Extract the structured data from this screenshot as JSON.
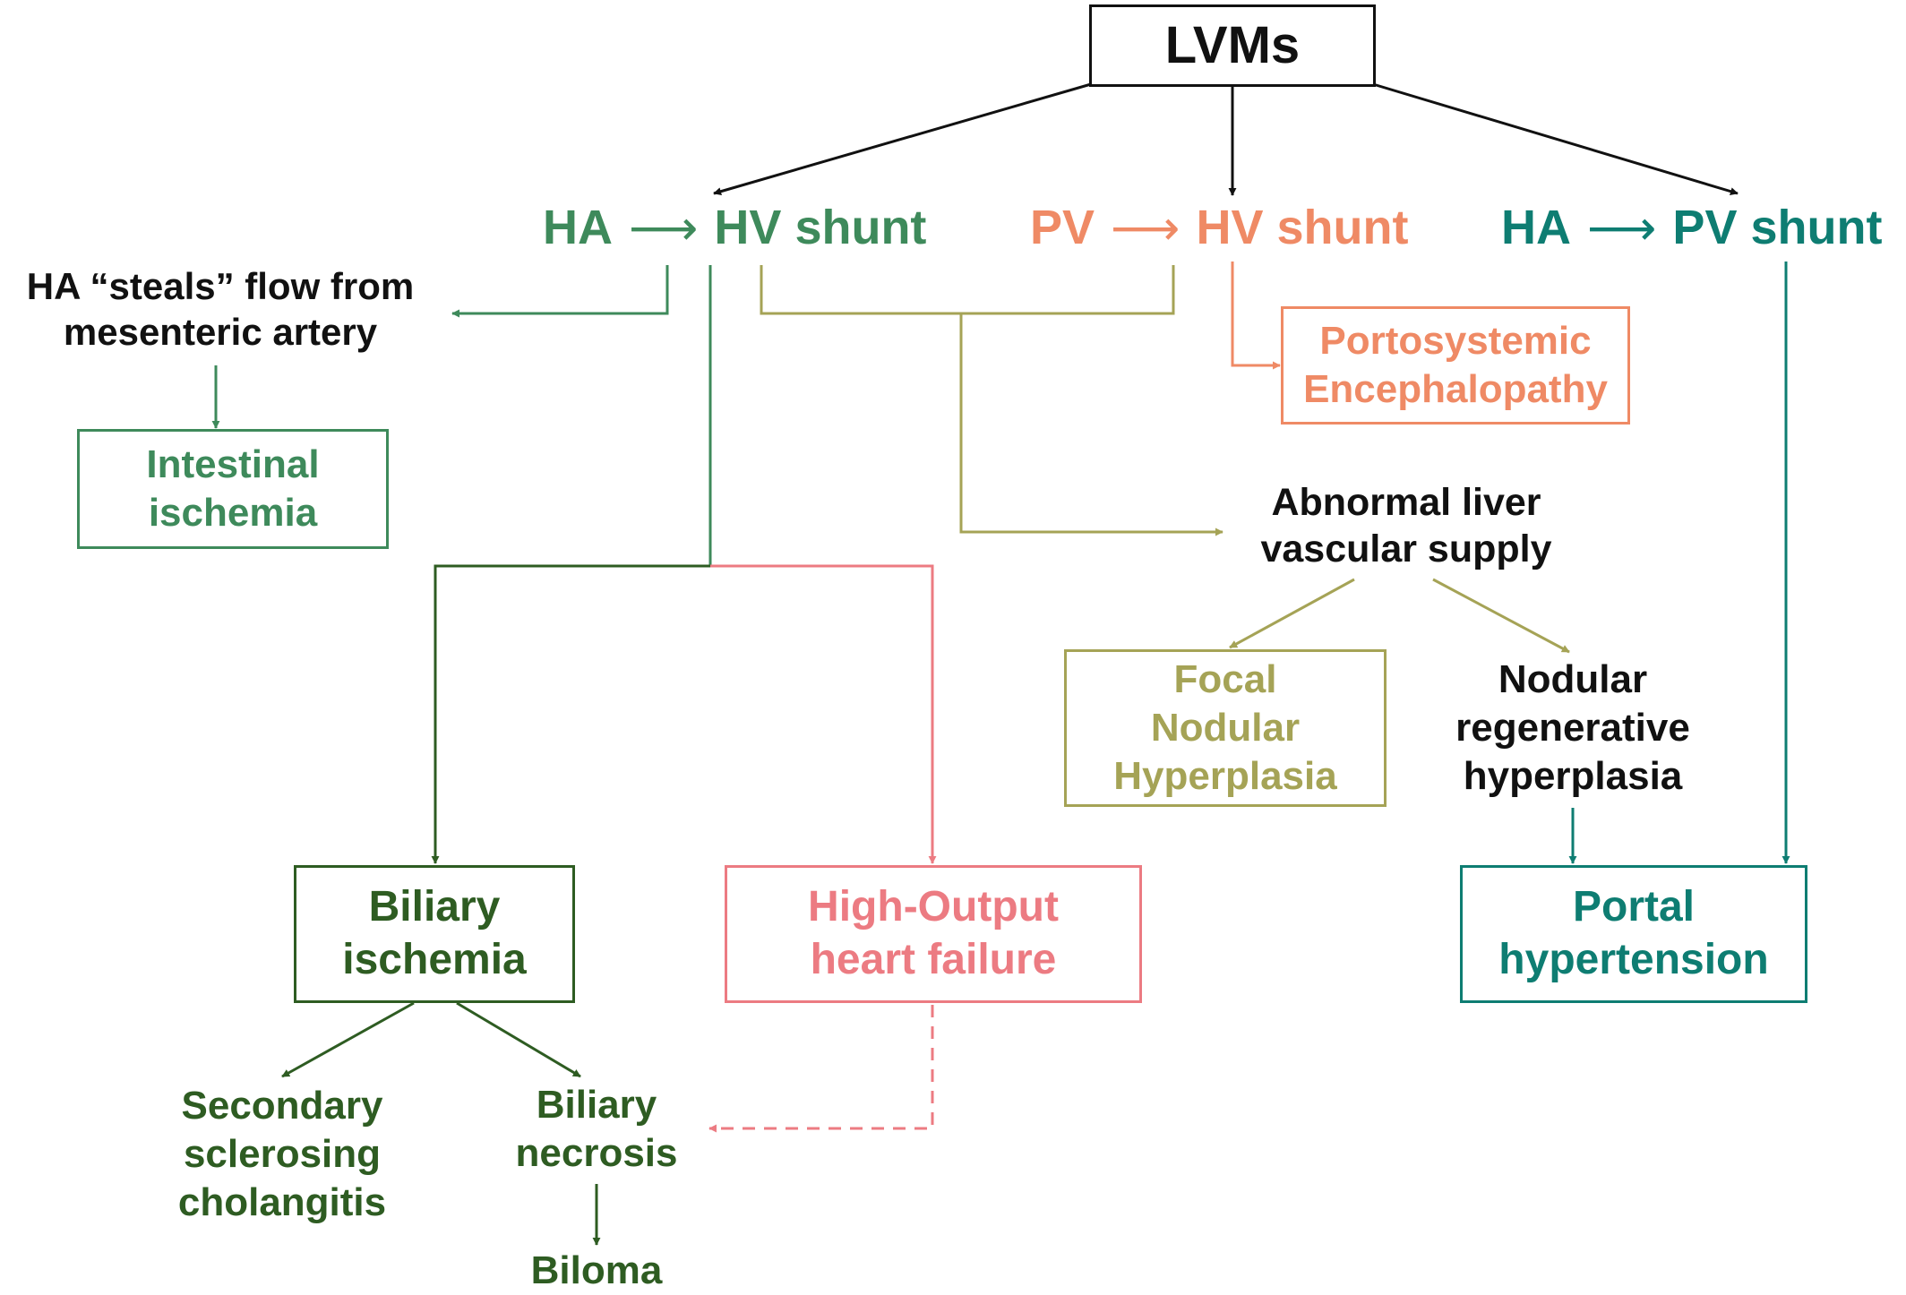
{
  "colors": {
    "green": "#3e8a5b",
    "dark_green": "#2e5c22",
    "orange": "#ef8a65",
    "teal": "#0e7d72",
    "olive": "#a5a356",
    "pink": "#ec7b82",
    "black": "#111111"
  },
  "root": {
    "label": "LVMs"
  },
  "shunts": {
    "ha_hv": {
      "from": "HA",
      "arrow": "⟶",
      "to": "HV shunt"
    },
    "pv_hv": {
      "from": "PV",
      "arrow": "⟶",
      "to": "HV shunt"
    },
    "ha_pv": {
      "from": "HA",
      "arrow": "⟶",
      "to": "PV shunt"
    }
  },
  "steal": {
    "line1": "HA “steals” flow from",
    "line2": "mesenteric artery"
  },
  "intestinal": {
    "line1": "Intestinal",
    "line2": "ischemia"
  },
  "portosystemic": {
    "line1": "Portosystemic",
    "line2": "Encephalopathy"
  },
  "abnormal": {
    "line1": "Abnormal liver",
    "line2": "vascular supply"
  },
  "fnh": {
    "line1": "Focal",
    "line2": "Nodular",
    "line3": "Hyperplasia"
  },
  "nrh": {
    "line1": "Nodular",
    "line2": "regenerative",
    "line3": "hyperplasia"
  },
  "biliary_ischemia": {
    "line1": "Biliary",
    "line2": "ischemia"
  },
  "heart_failure": {
    "line1": "High-Output",
    "line2": "heart failure"
  },
  "portal_htn": {
    "line1": "Portal",
    "line2": "hypertension"
  },
  "ssc": {
    "line1": "Secondary",
    "line2": "sclerosing",
    "line3": "cholangitis"
  },
  "necrosis": {
    "line1": "Biliary",
    "line2": "necrosis"
  },
  "biloma": {
    "label": "Biloma"
  }
}
